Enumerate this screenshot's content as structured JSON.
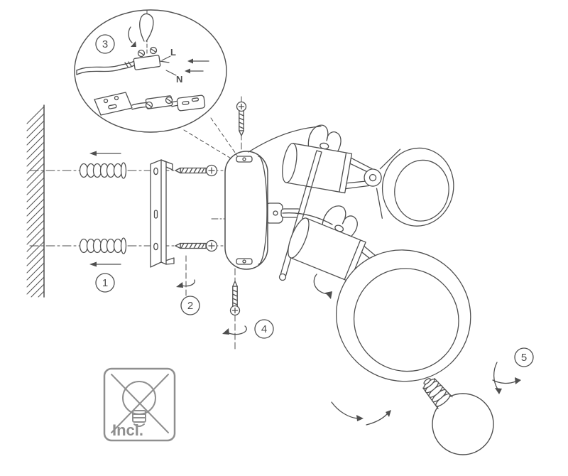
{
  "meta": {
    "title": "Wall spotlight mounting instruction diagram"
  },
  "colors": {
    "line": "#4f4f4f",
    "light": "#8f8f8f",
    "background": "#ffffff"
  },
  "steps": {
    "step1": "1",
    "step2": "2",
    "step3": "3",
    "step4": "4",
    "step5": "5"
  },
  "wiring": {
    "live": "L",
    "neutral": "N"
  },
  "bulb_box": {
    "label": "Incl."
  }
}
